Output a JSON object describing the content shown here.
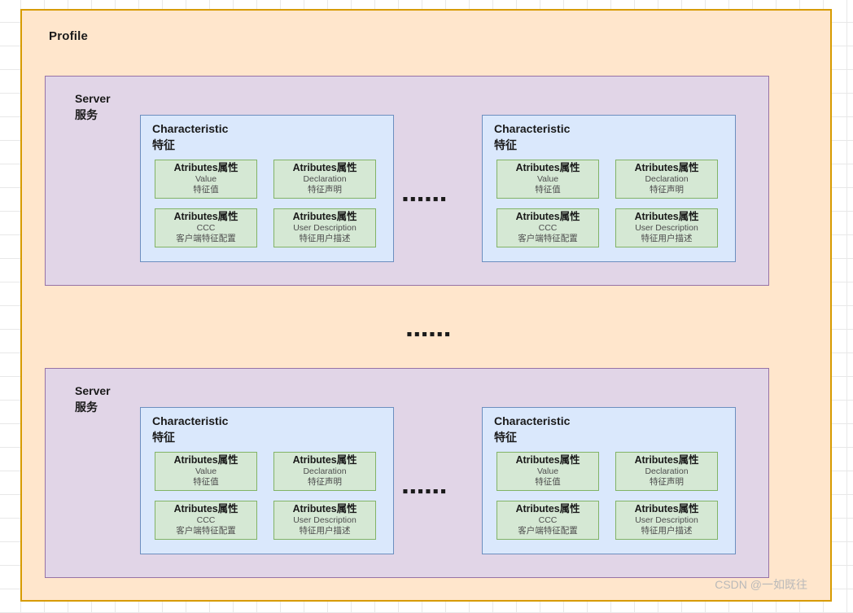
{
  "canvas": {
    "background": "#ffffff",
    "grid_color": "#e8e8e8"
  },
  "profile": {
    "title": "Profile",
    "fill": "#ffe6cc",
    "stroke": "#d79b00"
  },
  "servers": [
    {
      "title": "Server\n服务",
      "fill": "#e1d5e7",
      "stroke": "#9673a6",
      "inner_ellipsis": "▪▪▪▪▪▪",
      "characteristics": [
        {
          "title": "Characteristic\n特征",
          "fill": "#dae8fc",
          "stroke": "#6c8ebf",
          "attributes": [
            {
              "head": "Atributes属性",
              "sub_en": "Value",
              "sub_cn": "特征值"
            },
            {
              "head": "Atributes属性",
              "sub_en": "Declaration",
              "sub_cn": "特征声明"
            },
            {
              "head": "Atributes属性",
              "sub_en": "CCC",
              "sub_cn": "客户端特征配置"
            },
            {
              "head": "Atributes属性",
              "sub_en": "User Description",
              "sub_cn": "特征用户描述"
            }
          ]
        },
        {
          "title": "Characteristic\n特征",
          "fill": "#dae8fc",
          "stroke": "#6c8ebf",
          "attributes": [
            {
              "head": "Atributes属性",
              "sub_en": "Value",
              "sub_cn": "特征值"
            },
            {
              "head": "Atributes属性",
              "sub_en": "Declaration",
              "sub_cn": "特征声明"
            },
            {
              "head": "Atributes属性",
              "sub_en": "CCC",
              "sub_cn": "客户端特征配置"
            },
            {
              "head": "Atributes属性",
              "sub_en": "User Description",
              "sub_cn": "特征用户描述"
            }
          ]
        }
      ]
    },
    {
      "title": "Server\n服务",
      "fill": "#e1d5e7",
      "stroke": "#9673a6",
      "inner_ellipsis": "▪▪▪▪▪▪",
      "characteristics": [
        {
          "title": "Characteristic\n特征",
          "fill": "#dae8fc",
          "stroke": "#6c8ebf",
          "attributes": [
            {
              "head": "Atributes属性",
              "sub_en": "Value",
              "sub_cn": "特征值"
            },
            {
              "head": "Atributes属性",
              "sub_en": "Declaration",
              "sub_cn": "特征声明"
            },
            {
              "head": "Atributes属性",
              "sub_en": "CCC",
              "sub_cn": "客户端特征配置"
            },
            {
              "head": "Atributes属性",
              "sub_en": "User Description",
              "sub_cn": "特征用户描述"
            }
          ]
        },
        {
          "title": "Characteristic\n特征",
          "fill": "#dae8fc",
          "stroke": "#6c8ebf",
          "attributes": [
            {
              "head": "Atributes属性",
              "sub_en": "Value",
              "sub_cn": "特征值"
            },
            {
              "head": "Atributes属性",
              "sub_en": "Declaration",
              "sub_cn": "特征声明"
            },
            {
              "head": "Atributes属性",
              "sub_en": "CCC",
              "sub_cn": "客户端特征配置"
            },
            {
              "head": "Atributes属性",
              "sub_en": "User Description",
              "sub_cn": "特征用户描述"
            }
          ]
        }
      ]
    }
  ],
  "ellipsis_between_servers": "▪▪▪▪▪▪",
  "watermark": "CSDN @一如既往"
}
